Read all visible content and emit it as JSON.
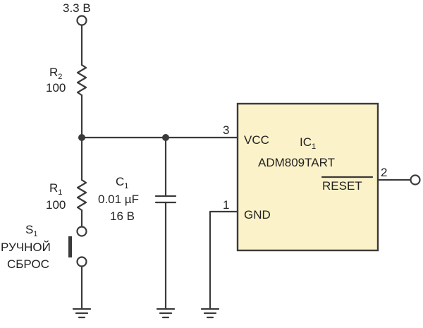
{
  "supply": {
    "label": "3.3 В"
  },
  "r2": {
    "ref": "R",
    "sub": "2",
    "value": "100"
  },
  "r1": {
    "ref": "R",
    "sub": "1",
    "value": "100"
  },
  "c1": {
    "ref": "C",
    "sub": "1",
    "value": "0.01 µF",
    "voltage": "16 В"
  },
  "s1": {
    "ref": "S",
    "sub": "1",
    "line1": "РУЧНОЙ",
    "line2": "СБРОС"
  },
  "ic": {
    "ref": "IC",
    "sub": "1",
    "part": "ADM809TART",
    "pins": {
      "vcc": {
        "name": "VCC",
        "number": "3"
      },
      "gnd": {
        "name": "GND",
        "number": "1"
      },
      "reset": {
        "name": "RESET",
        "number": "2"
      }
    }
  },
  "colors": {
    "wire": "#3a3a3a",
    "ic_fill": "#fbf2c9",
    "text": "#222222"
  }
}
